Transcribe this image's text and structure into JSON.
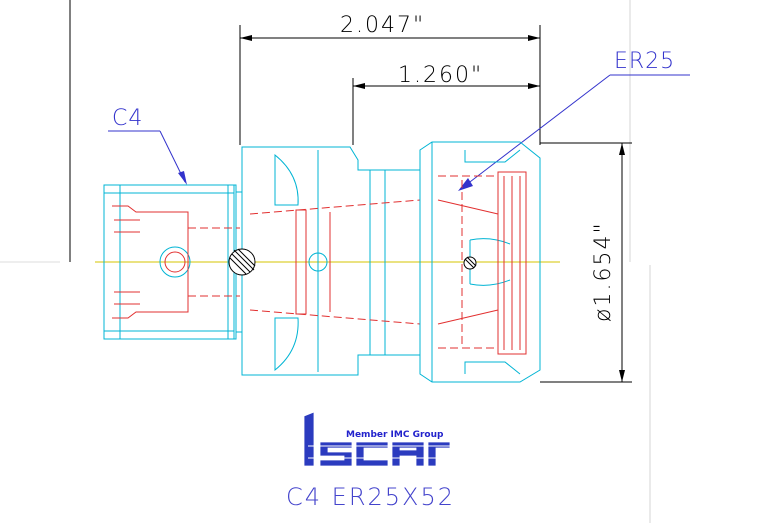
{
  "dimensions": {
    "overall_length": "2.047\"",
    "shank_length": "1.260\"",
    "diameter": "ø1.654\""
  },
  "callouts": {
    "left": "C4",
    "right": "ER25"
  },
  "logo": {
    "tagline": "Member IMC Group",
    "brand": "iscar"
  },
  "caption": "C4 ER25X52",
  "colors": {
    "outline": "#00b4d4",
    "hidden": "#e23030",
    "callout": "#3333cc",
    "centerline": "#d4c400"
  }
}
